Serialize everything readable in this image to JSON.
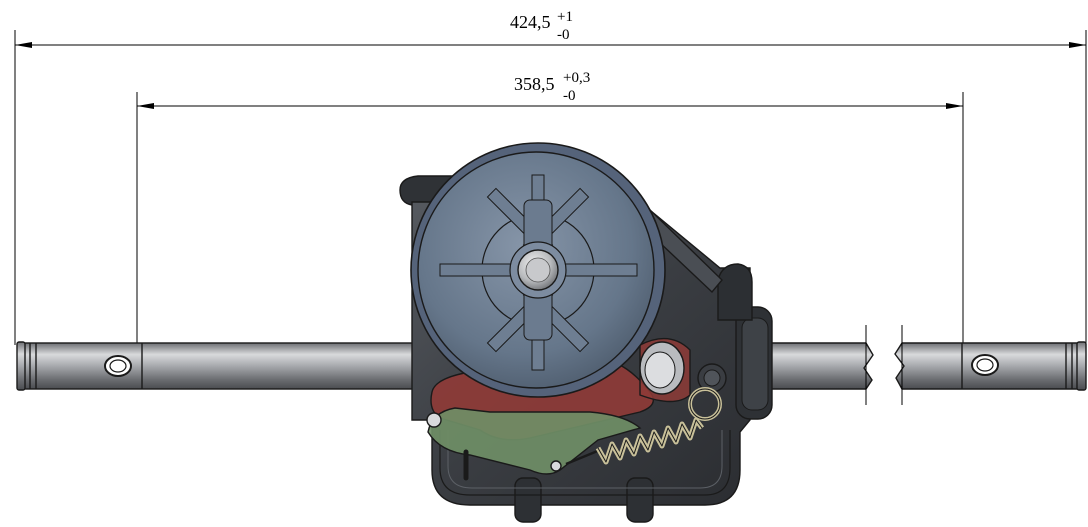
{
  "dimensions": {
    "overall": {
      "value": "424,5",
      "tol_upper": "+1",
      "tol_lower": "-0"
    },
    "inner": {
      "value": "358,5",
      "tol_upper": "+0,3",
      "tol_lower": "-0"
    }
  },
  "colors": {
    "pulley": "#5f6f82",
    "pulley_light": "#7b8a9c",
    "housing": "#3b3f44",
    "shaft": "#a8aaae",
    "lever_red": "#8e3b37",
    "lever_green": "#6f8e66",
    "spring": "#c9c19a"
  }
}
